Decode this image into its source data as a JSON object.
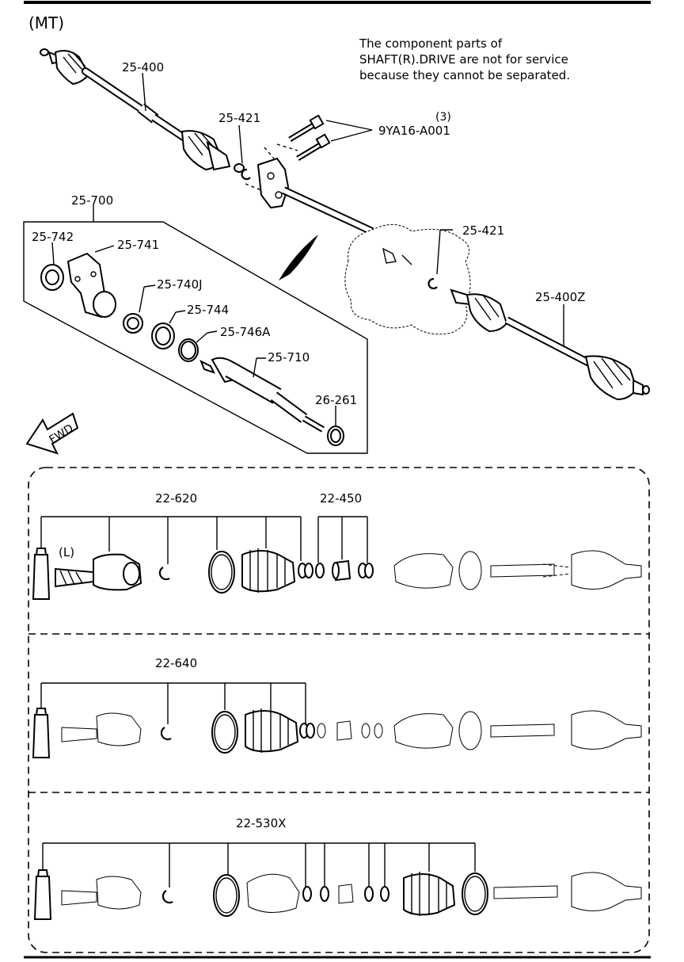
{
  "title": "(MT)",
  "note": {
    "line1": "The component parts of",
    "line2": "SHAFT(R).DRIVE are not for service",
    "line3": "because they cannot be separated."
  },
  "callouts": {
    "shaft_left": "25-400",
    "clip_upper": "25-421",
    "bolt_qty": "(3)",
    "bolt": "9YA16-A001",
    "joint_assy": "25-700",
    "seal": "25-742",
    "bracket": "25-741",
    "bearing": "25-740J",
    "ring": "25-744",
    "snap_ring": "25-746A",
    "shaft": "25-710",
    "oil_seal": "26-261",
    "clip_lower": "25-421",
    "shaft_right": "25-400Z"
  },
  "fwd_label": "FWD",
  "kits": [
    {
      "id": "22-620",
      "sub_id": "22-450",
      "side_label": "(L)"
    },
    {
      "id": "22-640"
    },
    {
      "id": "22-530X"
    }
  ]
}
